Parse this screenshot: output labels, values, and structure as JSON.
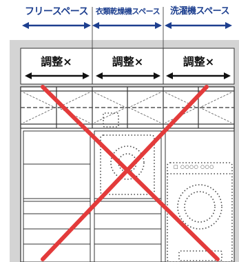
{
  "space_labels": {
    "free": "フリースペース",
    "dryer": "衣類乾燥機スペース",
    "washer": "洗濯機スペース"
  },
  "adjust_labels": [
    "調整×",
    "調整×",
    "調整×"
  ],
  "washer_panel_text": "□ ○○○○ ○○○",
  "colors": {
    "arrow_blue": "#1d3f8f",
    "cross_red": "#e33b3b",
    "grey_band": "#d4d4d4"
  },
  "annotation": "large-red-x-overlay"
}
